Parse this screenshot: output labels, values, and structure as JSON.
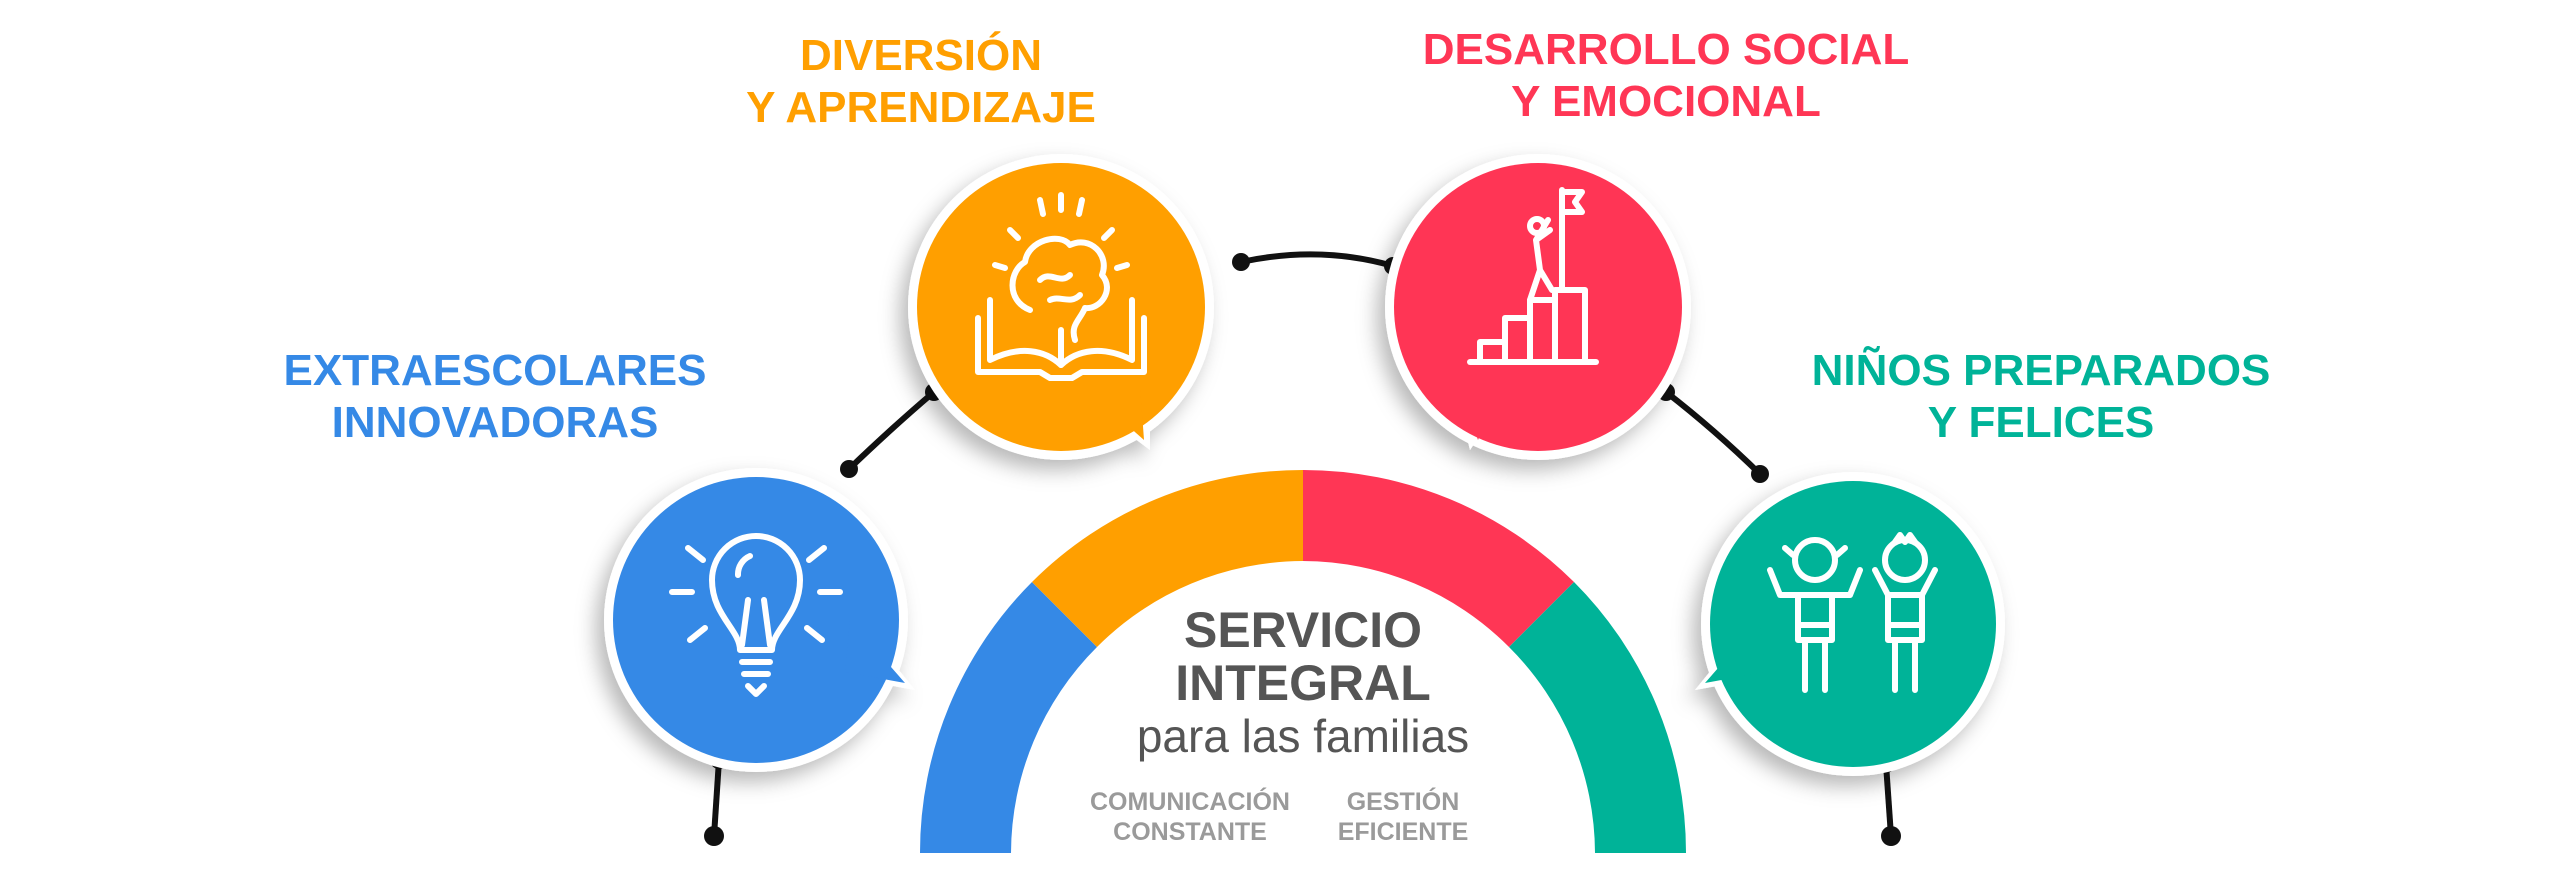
{
  "colors": {
    "blue": "#3589E6",
    "orange": "#FF9F00",
    "red": "#FF3655",
    "green": "#00B398",
    "text": "#555555",
    "muted": "#9A9A9A"
  },
  "pillars": [
    {
      "id": "extraescolares",
      "title_line1": "EXTRAESCOLARES",
      "title_line2": "INNOVADORAS",
      "icon": "lightbulb-icon"
    },
    {
      "id": "diversion",
      "title_line1": "DIVERSIÓN",
      "title_line2": "Y APRENDIZAJE",
      "icon": "brain-book-icon"
    },
    {
      "id": "desarrollo",
      "title_line1": "DESARROLLO SOCIAL",
      "title_line2": "Y EMOCIONAL",
      "icon": "flag-climb-icon"
    },
    {
      "id": "ninos",
      "title_line1": "NIÑOS PREPARADOS",
      "title_line2": "Y FELICES",
      "icon": "children-icon"
    }
  ],
  "center": {
    "line1": "SERVICIO",
    "line2": "INTEGRAL",
    "line3": "para las familias",
    "left_l1": "COMUNICACIÓN",
    "left_l2": "CONSTANTE",
    "right_l1": "GESTIÓN",
    "right_l2": "EFICIENTE"
  }
}
